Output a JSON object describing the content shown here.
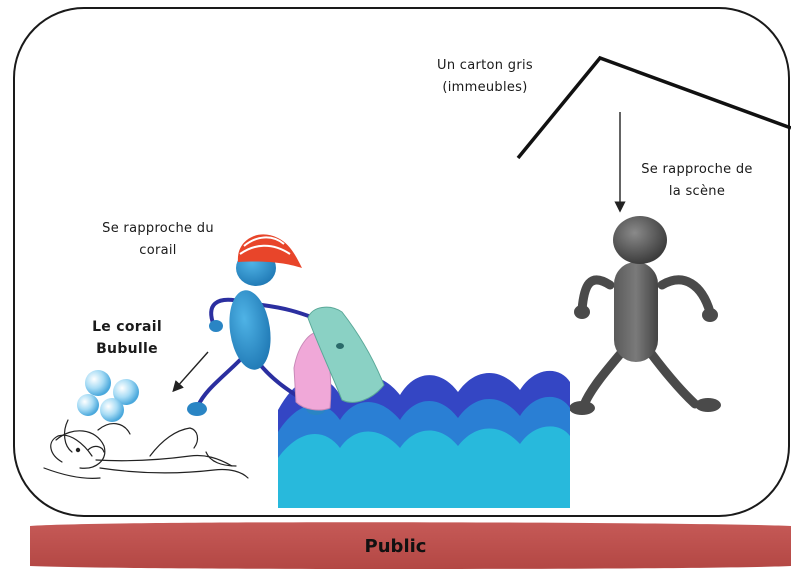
{
  "labels": {
    "building": [
      "Un carton gris",
      "(immeubles)"
    ],
    "person_right": [
      "Se rapproche de",
      "la scène"
    ],
    "person_left": [
      "Se rapproche du",
      "corail"
    ],
    "coral": [
      "Le corail",
      "Bubulle"
    ],
    "audience": "Public"
  },
  "colors": {
    "audience_band": "#c0504d",
    "water_dark": "#3a52c8",
    "water_mid": "#2e86d6",
    "water_light": "#2bbfe0",
    "diver_body": "#2a8fc8",
    "cap": "#e8452a",
    "grey_figure": "#555555"
  },
  "icons": [
    "stage-frame",
    "cardboard-roof",
    "grey-person-icon",
    "diver-person-icon",
    "water-waves-icon",
    "fins-icon",
    "bubbles-icon",
    "coral-sketch-icon",
    "arrow-down-icon",
    "arrow-diagonal-icon"
  ]
}
